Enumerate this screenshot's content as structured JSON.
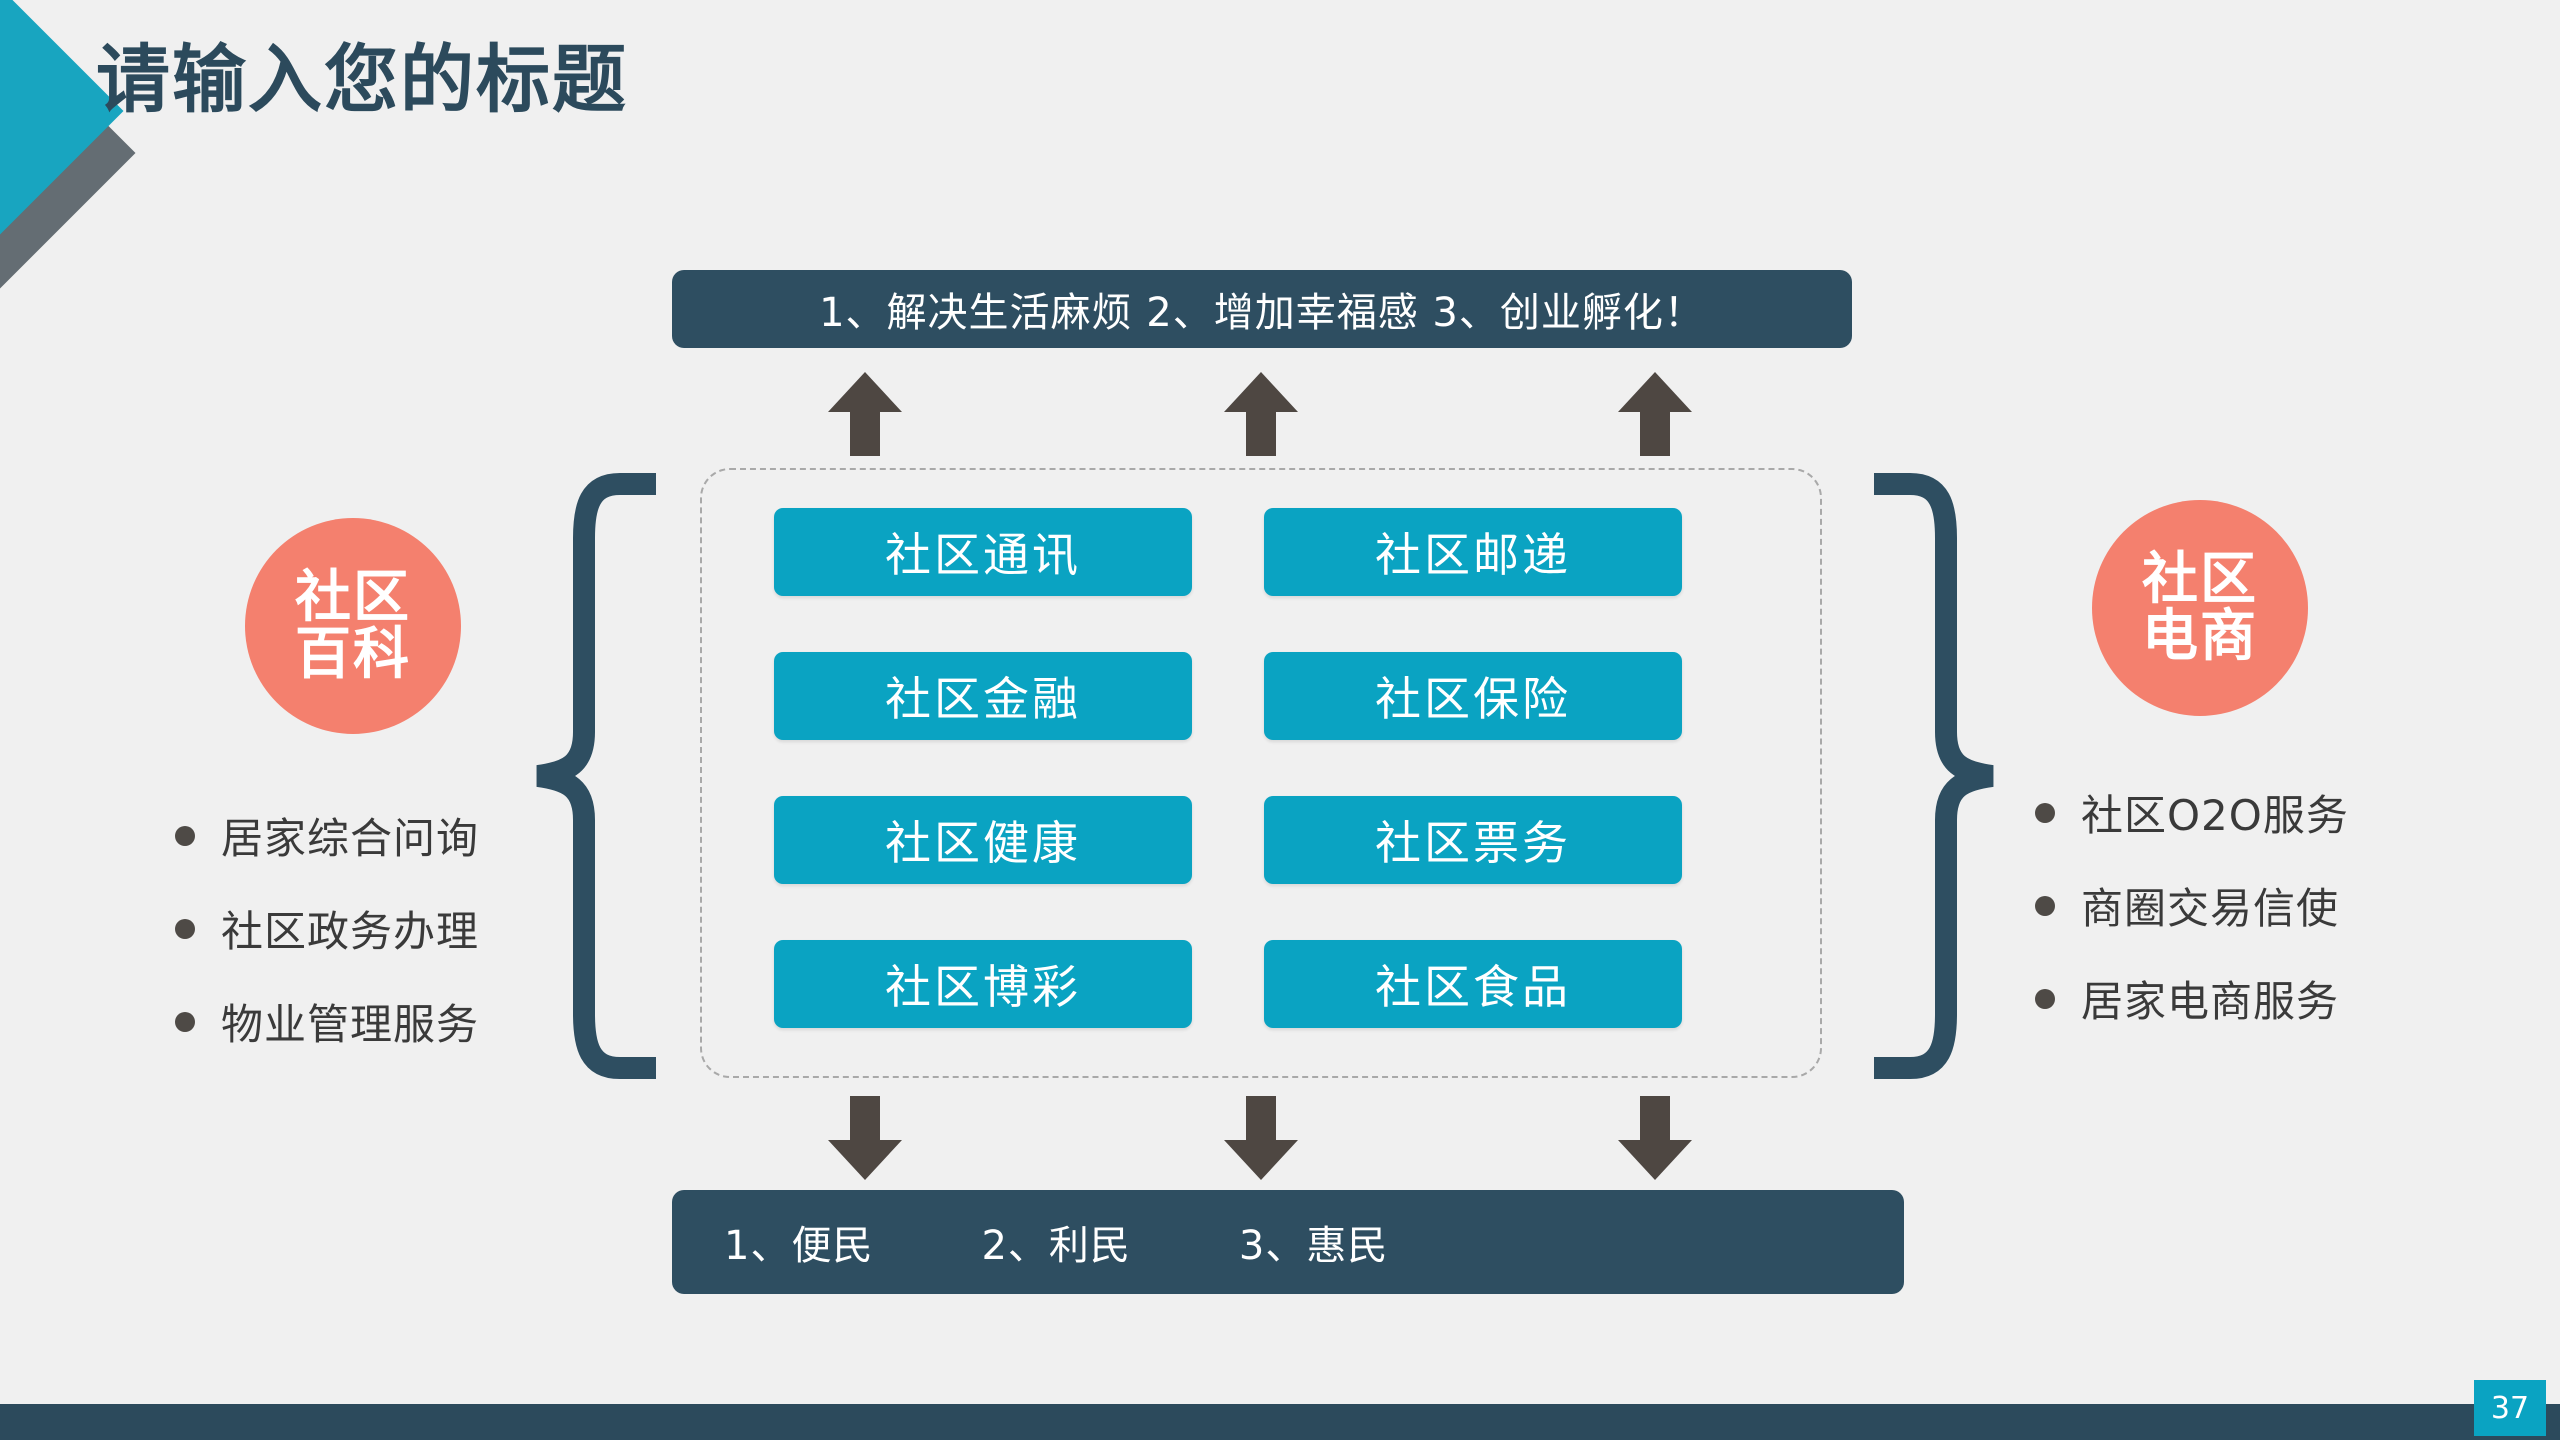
{
  "slide": {
    "title": "请输入您的标题",
    "page_number": "37",
    "colors": {
      "background": "#F0F0F0",
      "teal": "#0AA3C2",
      "teal_accent": "#18A5C0",
      "dark_slate": "#2C4A5C",
      "banner_slate": "#2E4E61",
      "coral": "#F4806E",
      "arrow_gray": "#4E4742",
      "bullet_text": "#3A3A3A",
      "chevron_gray": "#646D73"
    }
  },
  "top_banner": {
    "text": "1、解决生活麻烦  2、增加幸福感  3、创业孵化！"
  },
  "bottom_banner": {
    "segments": [
      "1、便民",
      "2、利民",
      "3、惠民"
    ]
  },
  "services": [
    {
      "label": "社区通讯"
    },
    {
      "label": "社区邮递"
    },
    {
      "label": "社区金融"
    },
    {
      "label": "社区保险"
    },
    {
      "label": "社区健康"
    },
    {
      "label": "社区票务"
    },
    {
      "label": "社区博彩"
    },
    {
      "label": "社区食品"
    }
  ],
  "left_group": {
    "circle_line1": "社区",
    "circle_line2": "百科",
    "bullets": [
      "居家综合问询",
      "社区政务办理",
      "物业管理服务"
    ]
  },
  "right_group": {
    "circle_line1": "社区",
    "circle_line2": "电商",
    "bullets": [
      "社区O2O服务",
      "商圈交易信使",
      "居家电商服务"
    ]
  }
}
